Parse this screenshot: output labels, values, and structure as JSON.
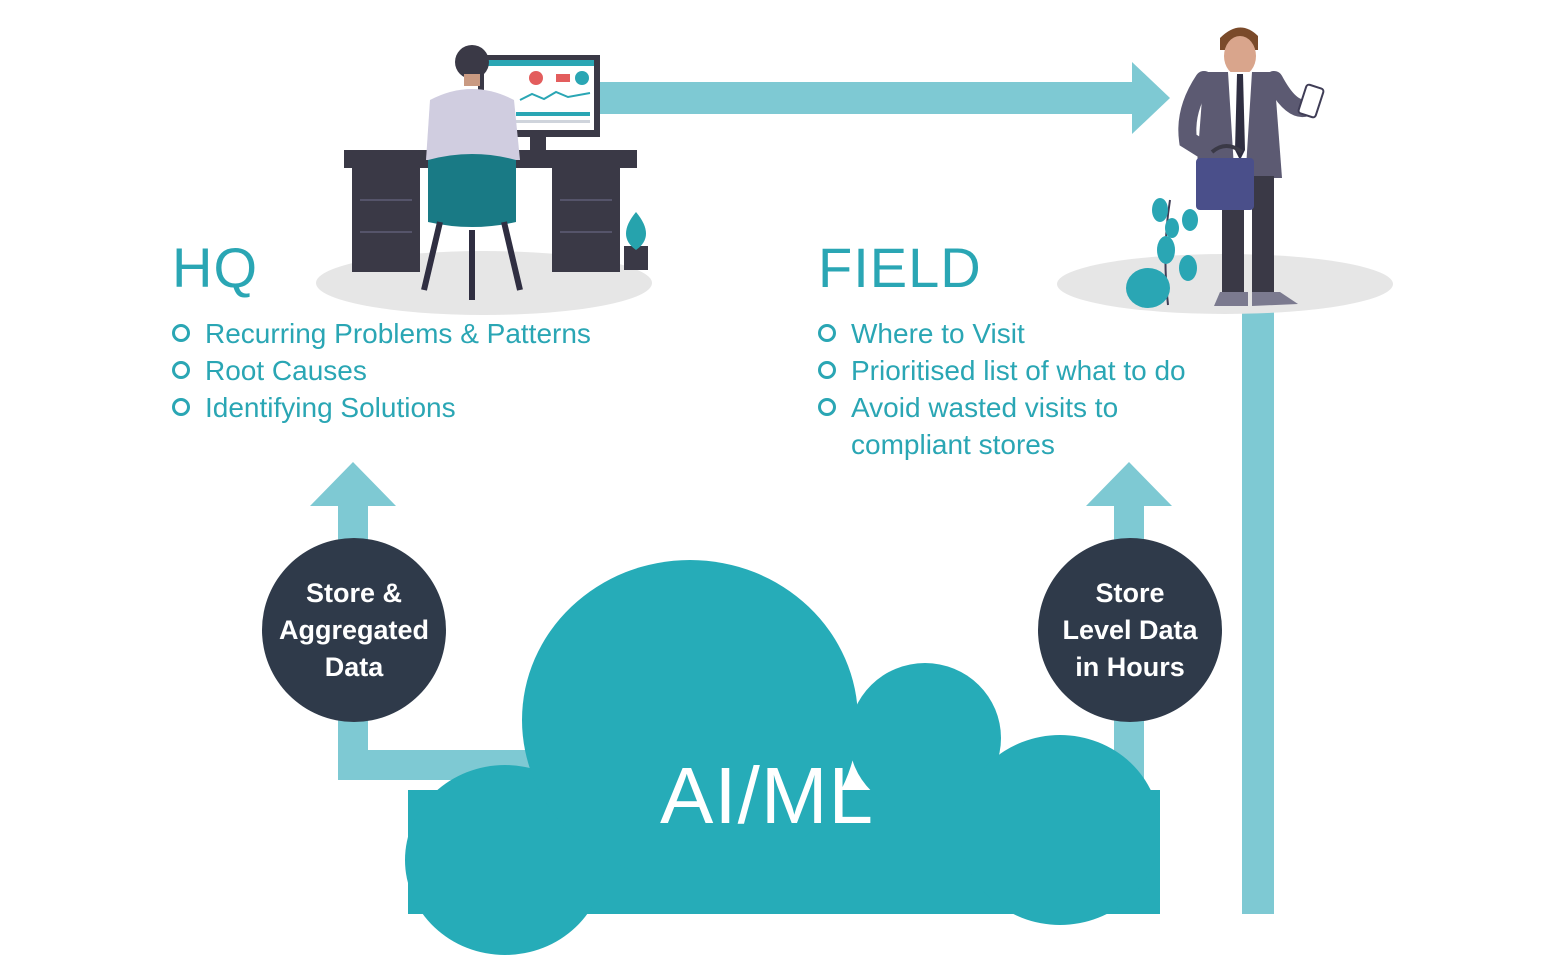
{
  "colors": {
    "accent": "#2aa6b4",
    "arrow": "#7ec9d3",
    "cloud": "#26acb8",
    "circle": "#2f3a4a",
    "text_light": "#ffffff"
  },
  "hq": {
    "title": "HQ",
    "items": [
      "Recurring Problems & Patterns",
      "Root Causes",
      "Identifying Solutions"
    ]
  },
  "field": {
    "title": "FIELD",
    "items": [
      "Where to Visit",
      "Prioritised list of what to do",
      "Avoid wasted visits to",
      "compliant stores"
    ]
  },
  "cloud": {
    "label": "AI/ML"
  },
  "left_circle": {
    "lines": [
      "Store &",
      "Aggregated",
      "Data"
    ]
  },
  "right_circle": {
    "lines": [
      "Store",
      "Level Data",
      "in Hours"
    ]
  },
  "illustrations": {
    "hq": "person-at-desk-illustration",
    "field": "businessman-with-phone-illustration"
  }
}
